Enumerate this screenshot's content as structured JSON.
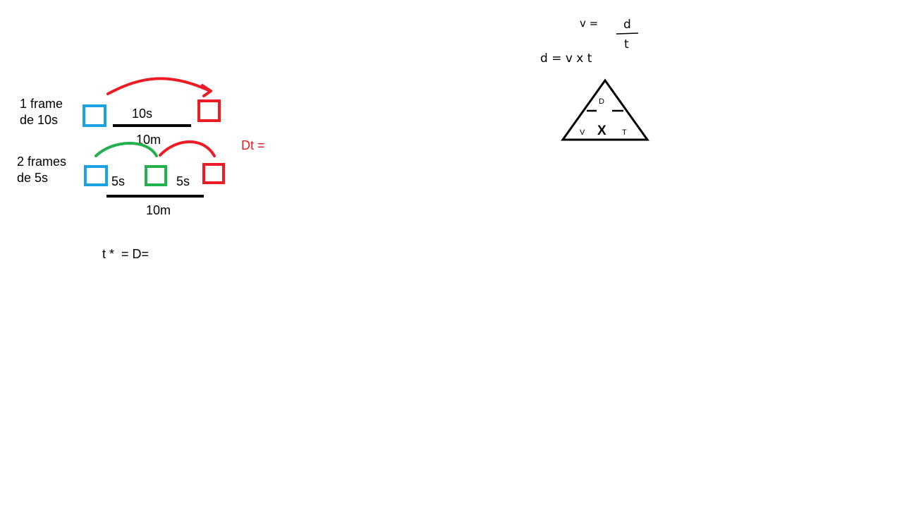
{
  "labels": {
    "row1_title_line1": "1 frame",
    "row1_title_line2": "de 10s",
    "row1_time": "10s",
    "row1_distance": "10m",
    "row2_title_line1": "2 frames",
    "row2_title_line2": "de 5s",
    "row2_time_left": "5s",
    "row2_time_right": "5s",
    "row2_distance": "10m",
    "dt": "Dt =",
    "bottom_formula": "t *  = D="
  },
  "formulas": {
    "v_lhs": "v =",
    "v_numerator": "d",
    "v_denominator": "t",
    "d_formula": "d = v x t"
  },
  "triangle": {
    "top": "D",
    "left": "V",
    "right": "T",
    "middle": "X"
  },
  "colors": {
    "blue": "#1aa3e0",
    "green": "#22b14c",
    "red": "#ed1c24",
    "black": "#000000"
  }
}
